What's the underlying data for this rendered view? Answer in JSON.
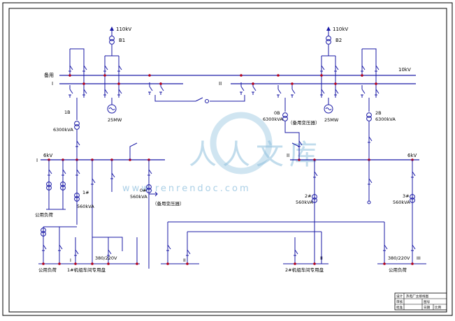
{
  "supplies": {
    "left_kv": "110kV",
    "right_kv": "110kV"
  },
  "transformers": {
    "t1": "B1",
    "t2": "B2",
    "t1b_name": "1B",
    "t1b_cap": "6300kVA",
    "t2b_name": "2B",
    "t2b_cap": "6300kVA",
    "t0b_name": "0B",
    "t0b_cap": "6300kVA",
    "t0b_note": "（备用变压器）"
  },
  "bus10kv": {
    "reserve": "备用",
    "sec1": "I",
    "sec2": "II",
    "voltage": "10kV"
  },
  "generators": {
    "g1": "25MW",
    "g2": "25MW"
  },
  "bus6kv": {
    "left_label": "6kV",
    "right_label": "6kV",
    "sec1": "I",
    "sec2": "II"
  },
  "lv_transformers": {
    "t1": "1#",
    "t1_cap": "560kVA",
    "t0": "0#",
    "t0_cap": "560kVA",
    "t0_note": "（备用变压器）",
    "t2": "2#",
    "t2_cap": "560kVA",
    "t3": "3#",
    "t3_cap": "560kVA"
  },
  "loads": {
    "public_load_upper": "公用负荷",
    "public_load_left": "公用负荷",
    "panel1": "1#机组车间专用盘",
    "panel2": "2#机组车间专用盘",
    "voltage_left": "380/220V",
    "voltage_right": "380/220V",
    "public_load_right": "公用负荷",
    "sec_I": "I",
    "sec_II_a": "II",
    "sec_II_b": "II",
    "sec_III": "III"
  },
  "watermark": {
    "site": "www.renrendoc.com",
    "logo": "人人文库"
  },
  "title_block": {
    "rows": [
      [
        "设计",
        "热电厂主接线图"
      ],
      [
        "审核",
        "图号"
      ],
      [
        "批准",
        "日期",
        "比例"
      ]
    ]
  },
  "colors": {
    "line": "#1a1aa6",
    "node": "#b3001b",
    "frame": "#000000",
    "watermark": "#7fb6d8"
  }
}
